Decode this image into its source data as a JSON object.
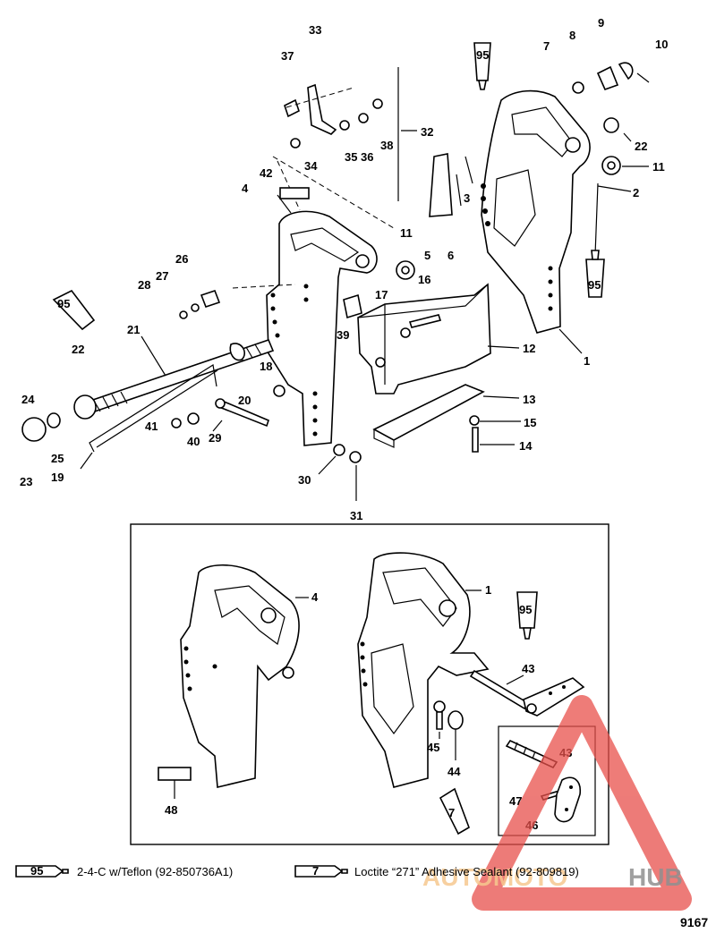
{
  "labels": {
    "p1": "1",
    "p2": "2",
    "p3": "3",
    "p4": "4",
    "p5": "5",
    "p6": "6",
    "p7": "7",
    "p8": "8",
    "p9": "9",
    "p10": "10",
    "p11": "11",
    "p12": "12",
    "p13": "13",
    "p14": "14",
    "p15": "15",
    "p16": "16",
    "p17": "17",
    "p18": "18",
    "p19": "19",
    "p20": "20",
    "p21": "21",
    "p22": "22",
    "p23": "23",
    "p24": "24",
    "p25": "25",
    "p26": "26",
    "p27": "27",
    "p28": "28",
    "p29": "29",
    "p30": "30",
    "p31": "31",
    "p32": "32",
    "p33": "33",
    "p34": "34",
    "p35": "35",
    "p36": "36",
    "p37": "37",
    "p38": "38",
    "p39": "39",
    "p40": "40",
    "p41": "41",
    "p42": "42",
    "p43": "43",
    "p44": "44",
    "p45": "45",
    "p46": "46",
    "p47": "47",
    "p48": "48"
  },
  "tubes": {
    "t95": "95",
    "t7": "7"
  },
  "legend": {
    "item1_code": "95",
    "item1_text": "2-4-C w/Teflon (92-850736A1)",
    "item2_code": "7",
    "item2_text": "Loctite “271” Adhesive Sealant (92-809819)"
  },
  "figure_number": "9167",
  "watermark": {
    "auto": "AUTOMOTO",
    "hub": "HUB",
    "color_triangle": "#e8504b",
    "color_auto": "#f4b56a",
    "color_hub": "#6b6b6b"
  }
}
